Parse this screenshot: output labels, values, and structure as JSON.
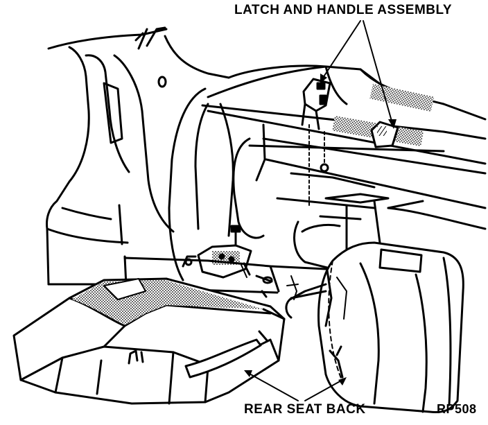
{
  "figure": {
    "labels": {
      "latch_and_handle_assembly": "LATCH AND HANDLE ASSEMBLY",
      "rear_seat_back": "REAR SEAT BACK"
    },
    "figure_id": "RP508"
  }
}
